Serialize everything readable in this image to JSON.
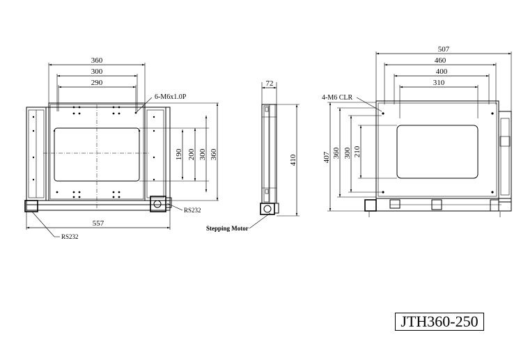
{
  "model": "JTH360-250",
  "top_view": {
    "dims": {
      "w360": "360",
      "w300": "300",
      "w290": "290",
      "h190": "190",
      "h200": "200",
      "h300": "300",
      "h360": "360",
      "w557": "557"
    },
    "thread_label": "6-M6x1.0P",
    "rs232_right": "RS232",
    "rs232_bottom": "RS232"
  },
  "side_view": {
    "dims": {
      "w72": "72",
      "h410": "410"
    },
    "motor_label": "Stepping Motor"
  },
  "front_view": {
    "dims": {
      "w507": "507",
      "w460": "460",
      "w400": "400",
      "w310": "310",
      "h407": "407",
      "h360": "360",
      "h300": "300",
      "h210": "210"
    },
    "clr_label": "4-M6 CLR"
  }
}
